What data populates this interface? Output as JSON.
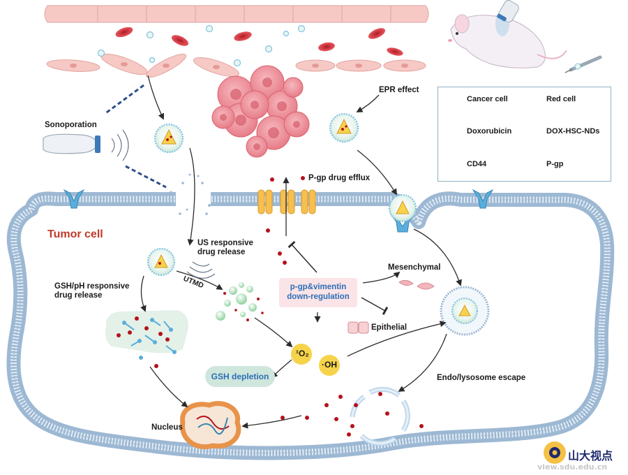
{
  "labels": {
    "sonoporation": "Sonoporation",
    "epr_effect": "EPR effect",
    "pgp_efflux": "P-gp drug efflux",
    "tumor_cell": "Tumor cell",
    "us_release_1": "US responsive",
    "us_release_2": "drug release",
    "gsh_release_1": "GSH/pH responsive",
    "gsh_release_2": "drug release",
    "utmd": "UTMD",
    "mesenchymal": "Mesenchymal",
    "epithelial": "Epithelial",
    "down_reg_1": "p-gp&vimentin",
    "down_reg_2": "down-regulation",
    "singlet_o2": "¹O₂",
    "hydroxyl": "·OH",
    "gsh_depletion": "GSH depletion",
    "endo_escape": "Endo/lysosome escape",
    "nucleus": "Nucleus"
  },
  "legend": {
    "cancer_cell": "Cancer cell",
    "red_cell": "Red cell",
    "doxorubicin": "Doxorubicin",
    "nanodroplet": "DOX-HSC-NDs",
    "cd44": "CD44",
    "pgp": "P-gp"
  },
  "watermark": {
    "name": "山大视点",
    "url": "view.sdu.edu.cn"
  },
  "colors": {
    "membrane": "#9db8d3",
    "tumor_label": "#c0392b",
    "drug": "#b5121b",
    "nanodroplet_shell": "#7ec2e6",
    "cancer_cell": "#f29aa2",
    "red_cell": "#d9424a",
    "pgp": "#f6bf4f",
    "cd44": "#5aaedb",
    "gsh_pill": "#cfe6dc",
    "downreg_text": "#2c6fb5"
  },
  "icons": [
    "mouse-icon",
    "ultrasound-probe-icon",
    "syringe-icon",
    "nanodroplet-icon",
    "red-cell-icon",
    "cancer-cell-icon",
    "doxorubicin-icon",
    "cd44-icon",
    "pgp-icon",
    "nucleus-icon",
    "lysosome-icon",
    "cell-icon"
  ]
}
